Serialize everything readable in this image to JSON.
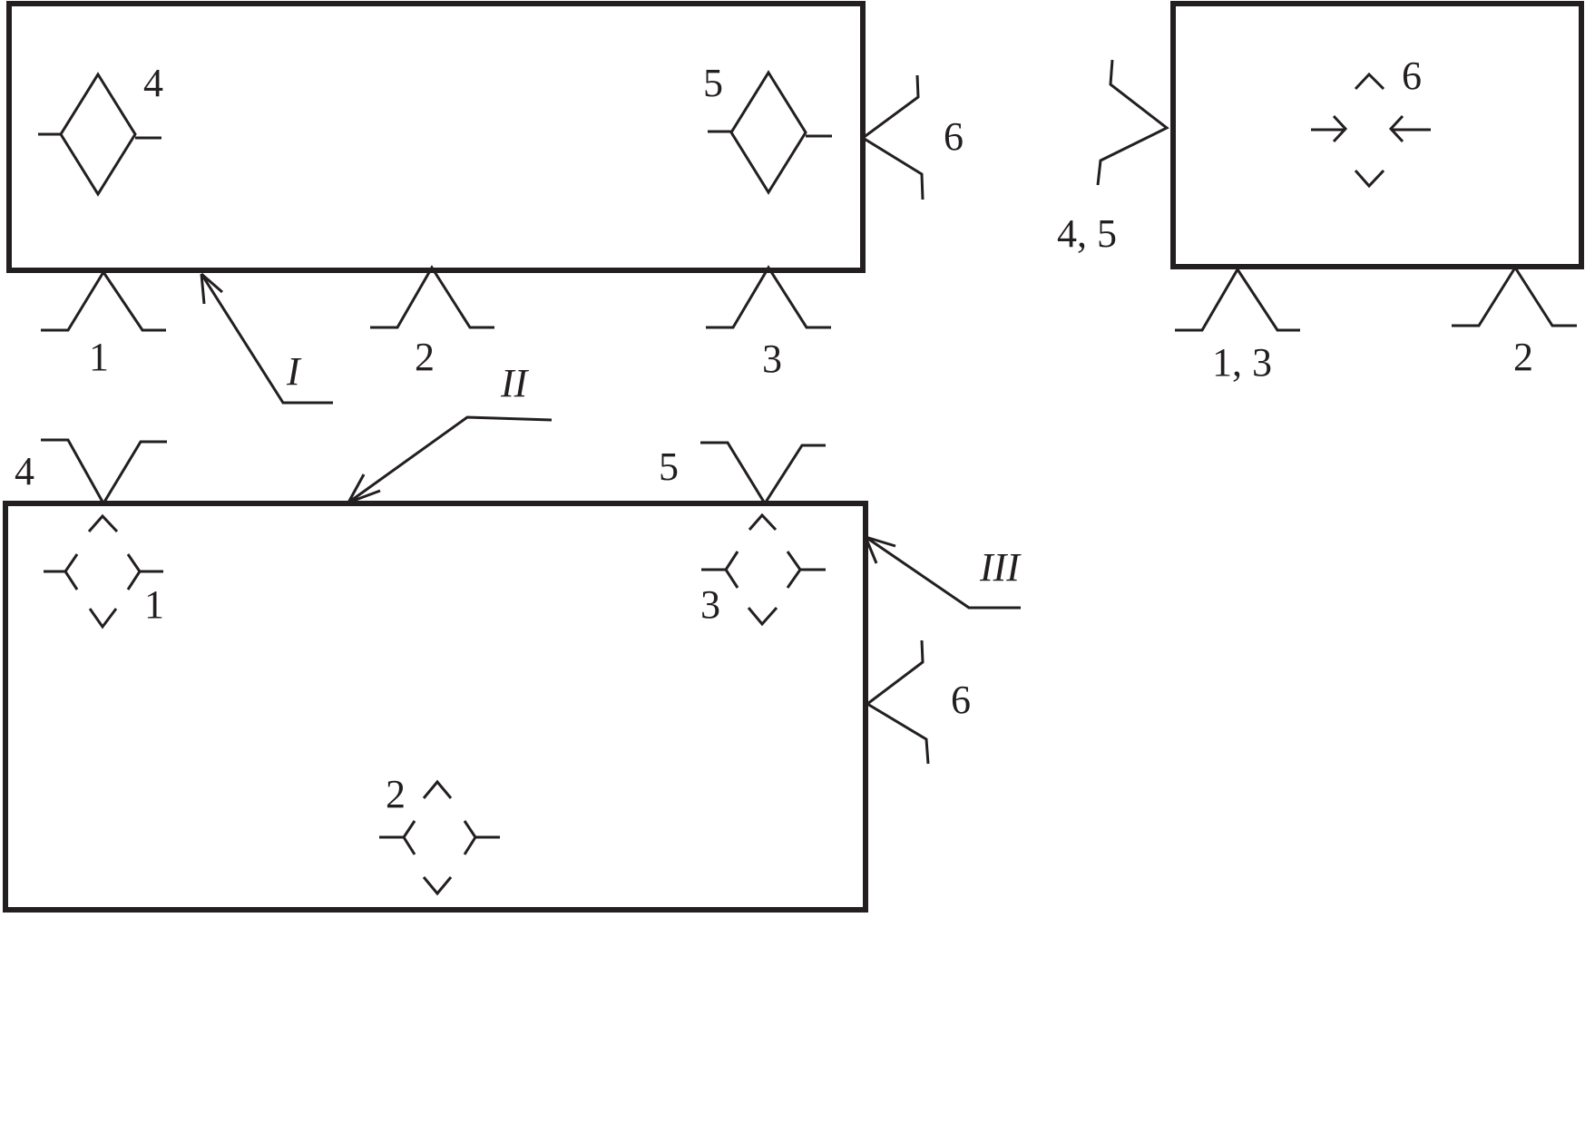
{
  "colors": {
    "ink": "#231f20",
    "background": "#ffffff"
  },
  "view_main": {
    "points": [
      "1",
      "2",
      "3",
      "4",
      "5",
      "6"
    ],
    "direction": "I"
  },
  "view_side": {
    "points": [
      "1, 3",
      "2",
      "4, 5",
      "6"
    ]
  },
  "view_top": {
    "points": [
      "1",
      "2",
      "3",
      "4",
      "5",
      "6"
    ],
    "directions": [
      "II",
      "III"
    ]
  }
}
